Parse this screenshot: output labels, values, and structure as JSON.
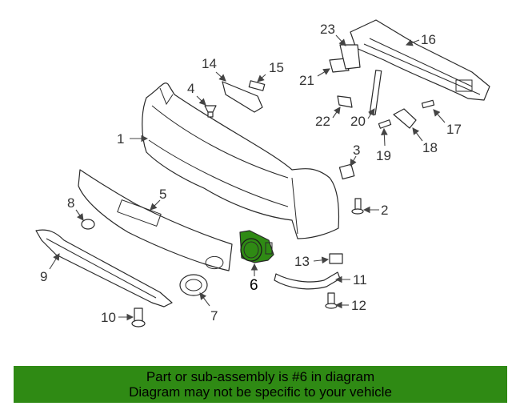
{
  "diagram": {
    "highlight_color": "#2f8a14",
    "highlighted_part": "6",
    "callouts": [
      "1",
      "2",
      "3",
      "4",
      "5",
      "6",
      "7",
      "8",
      "9",
      "10",
      "11",
      "12",
      "13",
      "14",
      "15",
      "16",
      "17",
      "18",
      "19",
      "20",
      "21",
      "22",
      "23"
    ]
  },
  "banner": {
    "line1": "Part or sub-assembly is #6 in diagram",
    "line2": "Diagram may not be specific to your vehicle",
    "background": "#2f8a14"
  }
}
